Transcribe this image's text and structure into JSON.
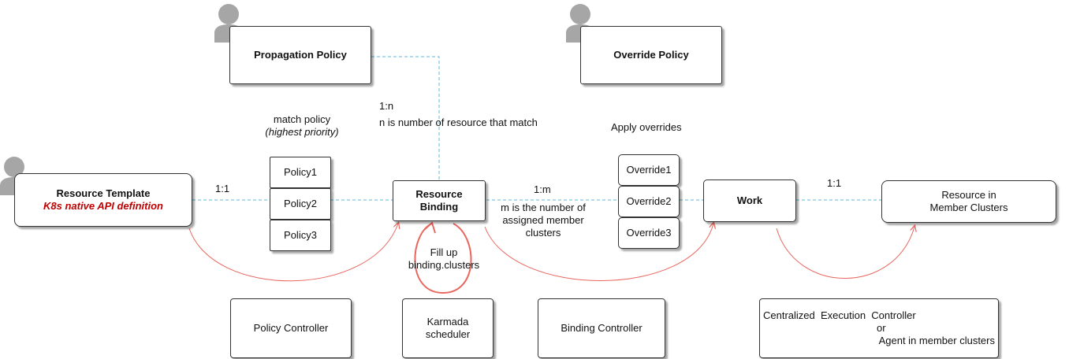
{
  "propagation_policy": {
    "label": "Propagation Policy"
  },
  "override_policy": {
    "label": "Override Policy"
  },
  "resource_template": {
    "title": "Resource Template",
    "subtitle": "K8s native API definition"
  },
  "policies": {
    "caption_line1": "match policy",
    "caption_line2": "(highest priority)",
    "items": [
      "Policy1",
      "Policy2",
      "Policy3"
    ]
  },
  "resource_binding": {
    "line1": "Resource",
    "line2": "Binding"
  },
  "overrides": {
    "caption": "Apply overrides",
    "items": [
      "Override1",
      "Override2",
      "Override3"
    ]
  },
  "work": {
    "label": "Work"
  },
  "resource_in_member": {
    "line1": "Resource in",
    "line2": "Member Clusters"
  },
  "relations": {
    "template_to_binding": "1:1",
    "policy_to_binding_ratio": "1:n",
    "policy_to_binding_note": "n is number of resource that match",
    "binding_to_work_ratio": "1:m",
    "binding_to_work_note_line1": "m is the number of",
    "binding_to_work_note_line2": "assigned member",
    "binding_to_work_note_line3": "clusters",
    "work_to_resource": "1:1"
  },
  "scheduler_loop": {
    "line1": "Fill up",
    "line2": "binding.clusters"
  },
  "controllers": {
    "policy_controller": "Policy Controller",
    "karmada_scheduler_line1": "Karmada",
    "karmada_scheduler_line2": "scheduler",
    "binding_controller": "Binding Controller",
    "execution_line1": "Centralized  Execution  Controller",
    "execution_line2": "or",
    "execution_line3": "Agent in member clusters"
  },
  "colors": {
    "dashed_line": "#5bb8d8",
    "arrow": "#e8675f",
    "emphasis": "#c00000"
  }
}
